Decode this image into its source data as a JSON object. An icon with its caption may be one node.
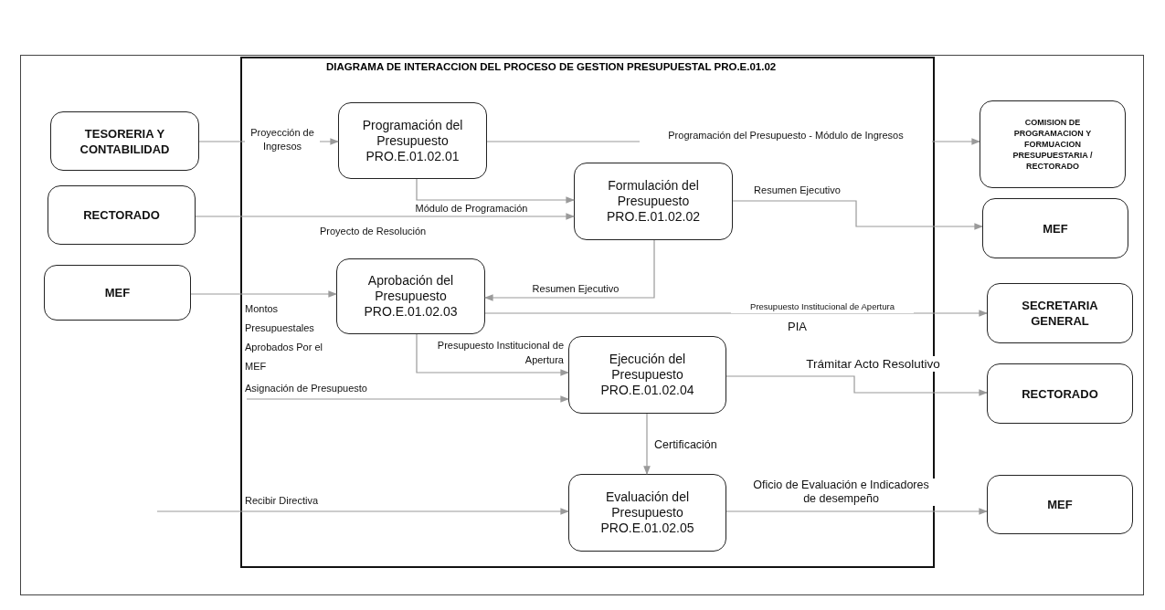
{
  "diagram": {
    "title": "DIAGRAMA DE INTERACCION DEL PROCESO DE GESTION PRESUPUESTAL PRO.E.01.02",
    "nodes": [
      {
        "text": [],
        "shape": "box"
      },
      {
        "text": [
          "TESORERIA Y CONTABILIDAD"
        ]
      },
      {
        "text": [
          "RECTORADO"
        ]
      },
      {
        "text": [
          "MEF"
        ]
      },
      {
        "text": [
          "Programación del Presupuesto",
          "PRO.E.01.02.01"
        ],
        "in": 0
      },
      {
        "text": [
          "Formulación del Presupuesto",
          "PRO.E.01.02.02"
        ],
        "in": 0
      },
      {
        "text": [
          "Aprobación del Presupuesto",
          "PRO.E.01.02.03"
        ],
        "in": 0
      },
      {
        "text": [
          "Ejecución del Presupuesto",
          "PRO.E.01.02.04"
        ],
        "in": 0
      },
      {
        "text": [
          "Evaluación del Presupuesto",
          "PRO.E.01.02.05"
        ],
        "in": 0
      },
      {
        "text": [
          "COMISION DE PROGRAMACION Y FORMUACION PRESUPUESTARIA / RECTORADO"
        ]
      },
      {
        "text": [
          "MEF"
        ]
      },
      {
        "text": [
          "SECRETARIA GENERAL"
        ]
      },
      {
        "text": [
          "RECTORADO"
        ]
      },
      {
        "text": [
          "MEF"
        ]
      }
    ],
    "edges": [
      {
        "from": 1,
        "to": 4,
        "arrow": "to",
        "label": "Proyección de Ingresos"
      },
      {
        "from": 4,
        "to": 9,
        "arrow": "to",
        "label": "Programación del Presupuesto - Módulo de Ingresos"
      },
      {
        "from": 4,
        "to": 5,
        "arrow": "to",
        "label": "Módulo de Programación"
      },
      {
        "from": 2,
        "to": 5,
        "arrow": "to",
        "label": "Proyecto de Resolución"
      },
      {
        "from": 5,
        "to": 10,
        "arrow": "to",
        "label": "Resumen Ejecutivo"
      },
      {
        "from": 5,
        "to": 6,
        "arrow": "to",
        "label": "Resumen Ejecutivo"
      },
      {
        "from": 3,
        "to": 6,
        "arrow": "to",
        "label": "Montos Presupuestales Aprobados Por el MEF"
      },
      {
        "from": 6,
        "to": 11,
        "arrow": "to",
        "label": "Presupuesto Institucional de Apertura"
      },
      {
        "from": 6,
        "to": 7,
        "arrow": "to",
        "label": "Presupuesto Institucional de Apertura"
      },
      {
        "from": null,
        "to": 7,
        "arrow": "to",
        "label": "Asignación de Presupuesto"
      },
      {
        "from": 7,
        "to": 12,
        "arrow": "to",
        "label": "Trámitar Acto Resolutivo"
      },
      {
        "from": 7,
        "to": 8,
        "arrow": "to",
        "label": "Certificación"
      },
      {
        "from": null,
        "to": 8,
        "arrow": "to",
        "label": "Recibir Directiva"
      },
      {
        "from": 8,
        "to": 13,
        "arrow": "to",
        "label": "Oficio de Evaluación e Indicadores de desempeño"
      }
    ],
    "labels": [
      "PIA"
    ]
  }
}
